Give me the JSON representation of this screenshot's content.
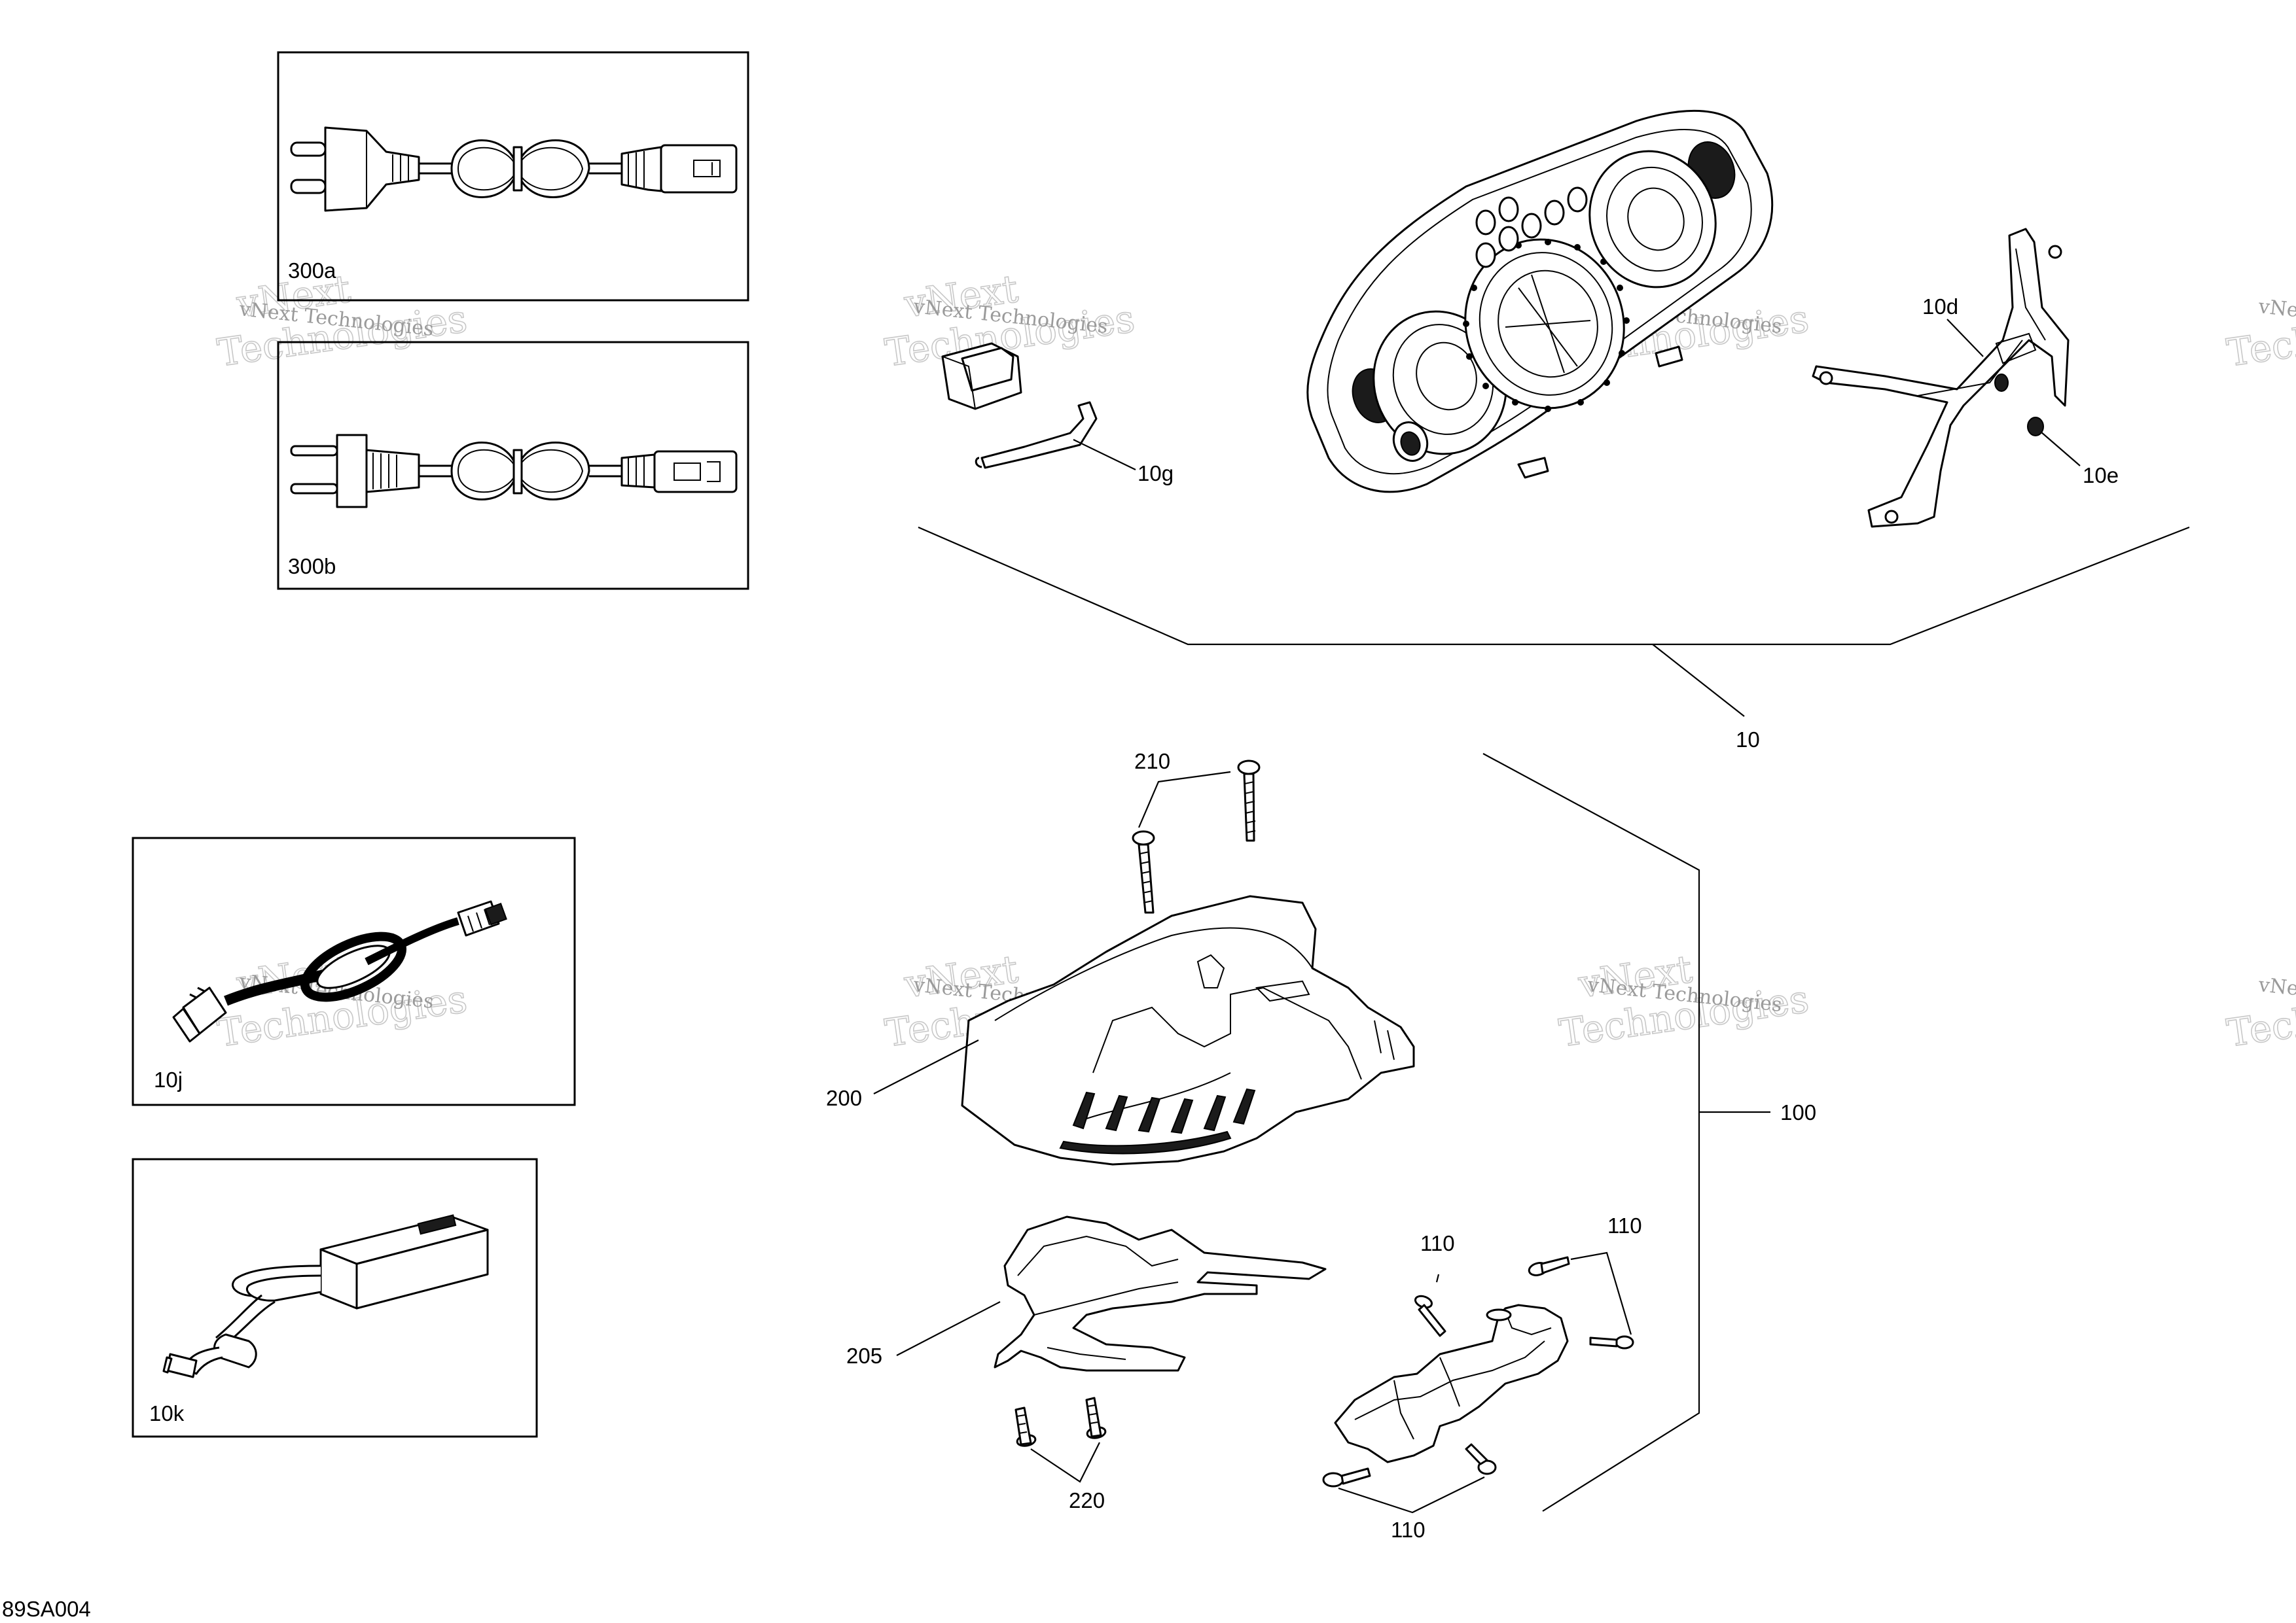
{
  "diagram_code": "89SA004",
  "watermark": {
    "line1": "vNext",
    "line2": "Technologies",
    "full": "vNext Technologies"
  },
  "labels": {
    "p300a": "300a",
    "p300b": "300b",
    "p10j": "10j",
    "p10k": "10k",
    "p10g": "10g",
    "p10d": "10d",
    "p10e": "10e",
    "p10": "10",
    "p210": "210",
    "p200": "200",
    "p100": "100",
    "p205": "205",
    "p220": "220",
    "p110a": "110",
    "p110b": "110",
    "p110c": "110"
  }
}
